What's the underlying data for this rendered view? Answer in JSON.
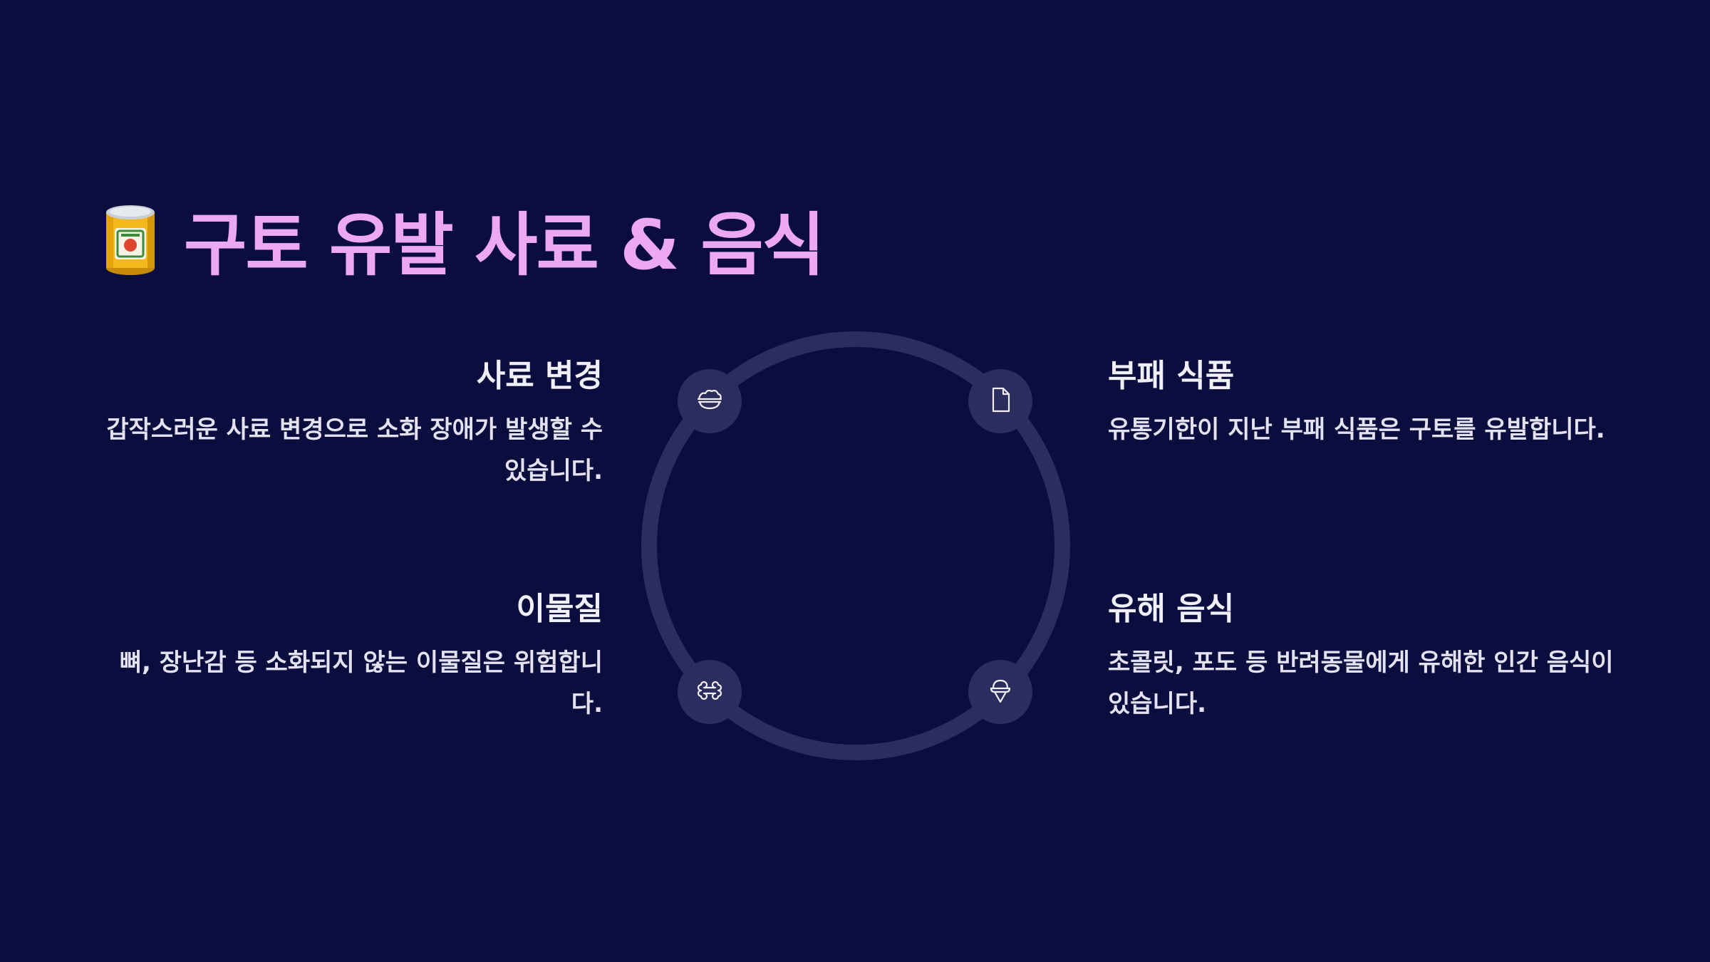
{
  "title": {
    "icon": "canned-food-icon",
    "text": "구토 유발 사료 & 음식"
  },
  "colors": {
    "background": "#0a0d3e",
    "title": "#eda8f2",
    "ring": "#2b2d5f",
    "text": "#eceaf6"
  },
  "items": [
    {
      "key": "feed-change",
      "icon": "bowl-icon",
      "title": "사료 변경",
      "description": "갑작스러운 사료 변경으로 소화 장애가 발생할 수 있습니다."
    },
    {
      "key": "spoiled-food",
      "icon": "document-icon",
      "title": "부패 식품",
      "description": "유통기한이 지난 부패 식품은 구토를 유발합니다."
    },
    {
      "key": "foreign-object",
      "icon": "bone-icon",
      "title": "이물질",
      "description": "뼈, 장난감 등 소화되지 않는 이물질은 위험합니다."
    },
    {
      "key": "harmful-food",
      "icon": "ice-cream-icon",
      "title": "유해 음식",
      "description": "초콜릿, 포도 등 반려동물에게 유해한 인간 음식이 있습니다."
    }
  ]
}
